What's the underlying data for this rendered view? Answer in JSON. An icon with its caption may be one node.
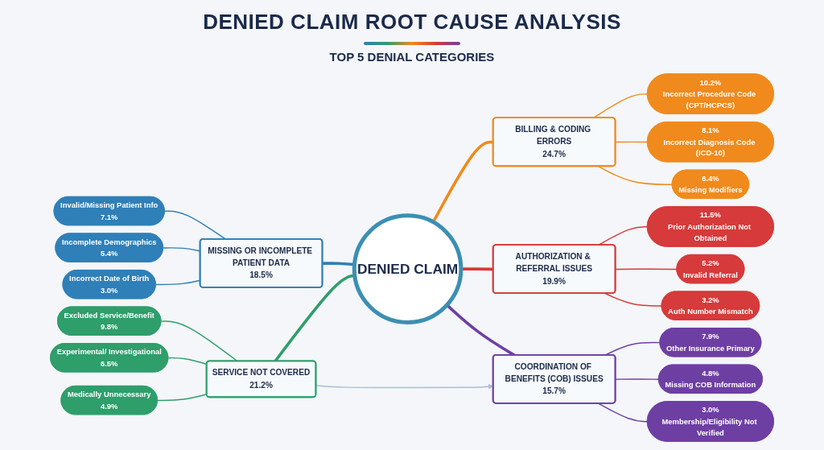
{
  "diagram": {
    "title": "DENIED CLAIM ROOT CAUSE ANALYSIS",
    "nodes": [
      {
        "text": [
          "DENIED CLAIM"
        ]
      },
      {
        "text": [
          "MISSING OR INCOMPLETE PATIENT DATA",
          "18.5%"
        ]
      },
      {
        "text": [
          "Invalid/Missing Patient Info",
          "7.1%"
        ]
      },
      {
        "text": [
          "Incomplete Demographics",
          "5.4%"
        ]
      },
      {
        "text": [
          "Incorrect Date of Birth",
          "3.0%"
        ]
      },
      {
        "text": [
          "BILLING & CODING ERRORS",
          "24.7%"
        ]
      },
      {
        "text": [
          "10.2%",
          "Incorrect Procedure Code (CPT/HCPCS)"
        ]
      },
      {
        "text": [
          "8.1%",
          "Incorrect Diagnosis Code (ICD-10)"
        ]
      },
      {
        "text": [
          "6.4%",
          "Missing Modifiers"
        ]
      },
      {
        "text": [
          "SERVICE NOT COVERED",
          "21.2%"
        ]
      },
      {
        "text": [
          "Excluded Service/Benefit",
          "9.8%"
        ]
      },
      {
        "text": [
          "Experimental/ Investigational",
          "6.5%"
        ]
      },
      {
        "text": [
          "Medically Unnecessary",
          "4.9%"
        ]
      },
      {
        "text": [
          "AUTHORIZATION & REFERRAL ISSUES",
          "19.9%"
        ]
      },
      {
        "text": [
          "11.5%",
          "Prior Authorization Not Obtained"
        ]
      },
      {
        "text": [
          "5.2%",
          "Invalid Referral"
        ]
      },
      {
        "text": [
          "3.2%",
          "Auth Number Mismatch"
        ]
      },
      {
        "text": [
          "COORDINATION OF BENEFITS (COB) ISSUES",
          "15.7%"
        ]
      },
      {
        "text": [
          "7.9%",
          "Other Insurance Primary"
        ]
      },
      {
        "text": [
          "4.8%",
          "Missing COB Information"
        ]
      },
      {
        "text": [
          "3.0%",
          "Membership/Eligibility Not Verified"
        ]
      }
    ],
    "edges": [
      {
        "from": 1,
        "to": 0,
        "arrow": "none",
        "style": "thick",
        "color": "#2f7fb8"
      },
      {
        "from": 2,
        "to": 1,
        "arrow": "none",
        "color": "#2f7fb8"
      },
      {
        "from": 3,
        "to": 1,
        "arrow": "none",
        "color": "#2f7fb8"
      },
      {
        "from": 4,
        "to": 1,
        "arrow": "none",
        "color": "#2f7fb8"
      },
      {
        "from": 0,
        "to": 5,
        "arrow": "none",
        "style": "thick",
        "color": "#f08a1c"
      },
      {
        "from": 5,
        "to": 6,
        "arrow": "none",
        "color": "#f08a1c"
      },
      {
        "from": 5,
        "to": 7,
        "arrow": "none",
        "color": "#f08a1c"
      },
      {
        "from": 5,
        "to": 8,
        "arrow": "none",
        "color": "#f08a1c"
      },
      {
        "from": 9,
        "to": 0,
        "arrow": "none",
        "style": "thick",
        "color": "#2e9e6b"
      },
      {
        "from": 10,
        "to": 9,
        "arrow": "none",
        "color": "#2e9e6b"
      },
      {
        "from": 11,
        "to": 9,
        "arrow": "none",
        "color": "#2e9e6b"
      },
      {
        "from": 12,
        "to": 9,
        "arrow": "none",
        "color": "#2e9e6b"
      },
      {
        "from": 0,
        "to": 13,
        "arrow": "none",
        "style": "thick",
        "color": "#d63a3a"
      },
      {
        "from": 13,
        "to": 14,
        "arrow": "none",
        "color": "#d63a3a"
      },
      {
        "from": 13,
        "to": 15,
        "arrow": "none",
        "color": "#d63a3a"
      },
      {
        "from": 13,
        "to": 16,
        "arrow": "none",
        "color": "#d63a3a"
      },
      {
        "from": 0,
        "to": 17,
        "arrow": "none",
        "style": "thick",
        "color": "#6e3fa3"
      },
      {
        "from": 17,
        "to": 18,
        "arrow": "none",
        "color": "#6e3fa3"
      },
      {
        "from": 17,
        "to": 19,
        "arrow": "none",
        "color": "#6e3fa3"
      },
      {
        "from": 17,
        "to": 20,
        "arrow": "none",
        "color": "#6e3fa3"
      },
      {
        "from": 9,
        "to": 17,
        "arrow": "to",
        "color": "#a9bfd3"
      }
    ],
    "labels": [
      "TOP 5 DENIAL CATEGORIES"
    ]
  }
}
